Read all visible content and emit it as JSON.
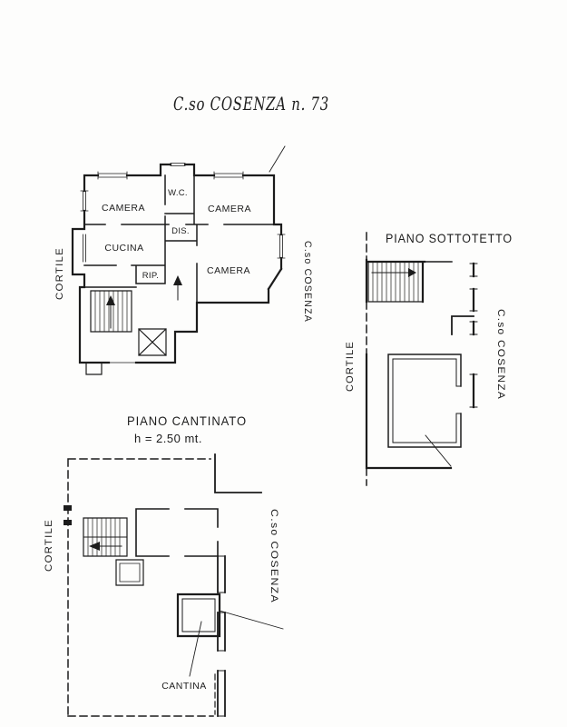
{
  "document": {
    "title": "C.so COSENZA n. 73"
  },
  "main_plan": {
    "rooms": {
      "camera_top_left": "CAMERA",
      "wc": "W.C.",
      "camera_top_right": "CAMERA",
      "dis": "DIS.",
      "cucina": "CUCINA",
      "rip": "RIP.",
      "camera_bottom": "CAMERA"
    },
    "label_cortile": "CORTILE",
    "label_street": "C.so COSENZA"
  },
  "sottotetto_plan": {
    "title": "PIANO SOTTOTETTO",
    "label_cortile": "CORTILE",
    "label_street": "C.so COSENZA"
  },
  "cantinato_plan": {
    "title": "PIANO CANTINATO",
    "height_note": "h = 2.50 mt.",
    "label_cortile": "CORTILE",
    "label_street": "C.so COSENZA",
    "cantina": "CANTINA"
  },
  "colors": {
    "ink": "#1c1c1c",
    "paper": "#fdfdfc"
  }
}
